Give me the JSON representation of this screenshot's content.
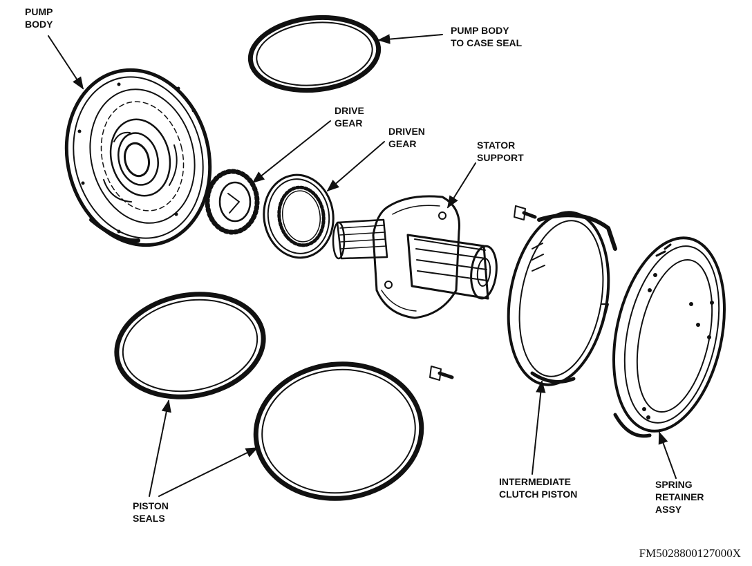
{
  "labels": {
    "pump_body": [
      "PUMP",
      "BODY"
    ],
    "pump_body_seal": [
      "PUMP BODY",
      "TO CASE SEAL"
    ],
    "drive_gear": [
      "DRIVE",
      "GEAR"
    ],
    "driven_gear": [
      "DRIVEN",
      "GEAR"
    ],
    "stator_support": [
      "STATOR",
      "SUPPORT"
    ],
    "piston_seals": [
      "PISTON",
      "SEALS"
    ],
    "intermediate_piston": [
      "INTERMEDIATE",
      "CLUTCH PISTON"
    ],
    "spring_retainer": [
      "SPRING",
      "RETAINER",
      "ASSY"
    ]
  },
  "part_number": "FM5028800127000X"
}
